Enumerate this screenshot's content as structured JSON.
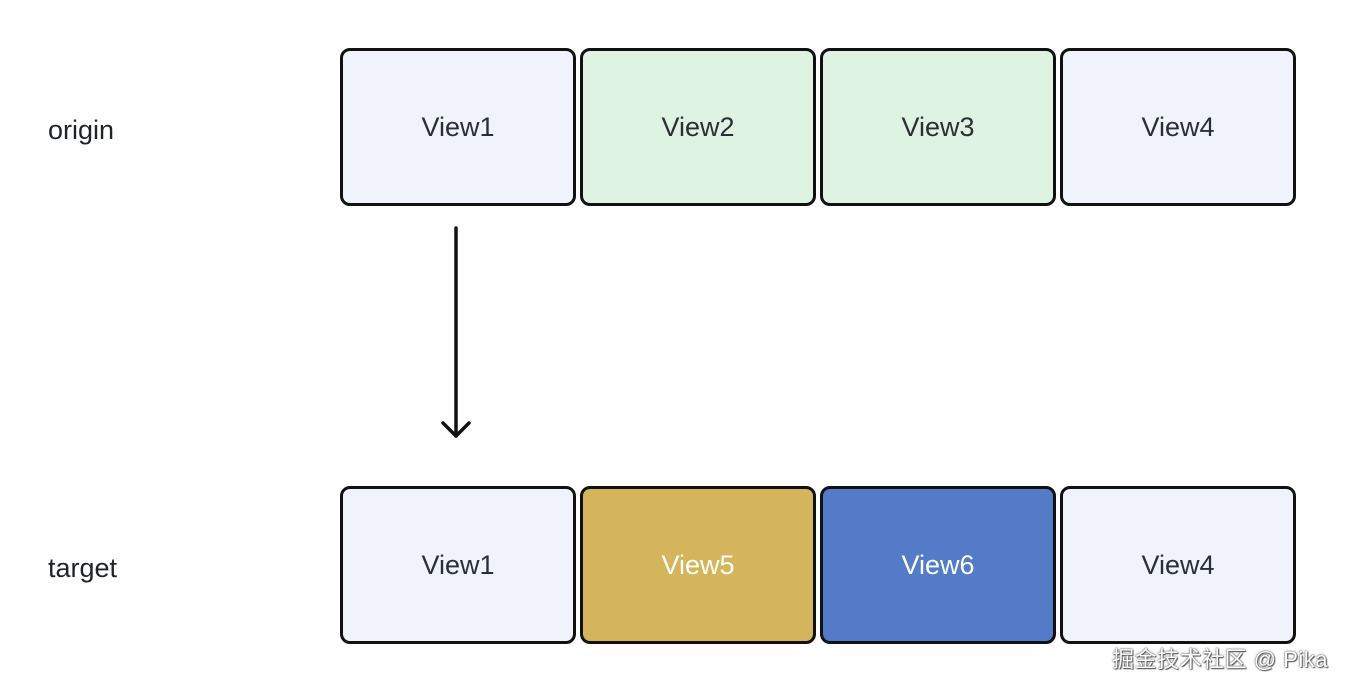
{
  "diagram": {
    "rows": [
      {
        "label": "origin",
        "views": [
          {
            "label": "View1",
            "color": "#f0f3fb"
          },
          {
            "label": "View2",
            "color": "#dff3e3"
          },
          {
            "label": "View3",
            "color": "#dff3e3"
          },
          {
            "label": "View4",
            "color": "#f0f3fb"
          }
        ]
      },
      {
        "label": "target",
        "views": [
          {
            "label": "View1",
            "color": "#f0f3fb"
          },
          {
            "label": "View5",
            "color": "#d4b55b"
          },
          {
            "label": "View6",
            "color": "#537bc8"
          },
          {
            "label": "View4",
            "color": "#f0f3fb"
          }
        ]
      }
    ],
    "arrow_icon": "arrow-down-icon"
  },
  "watermark": "掘金技术社区 @ Pika"
}
